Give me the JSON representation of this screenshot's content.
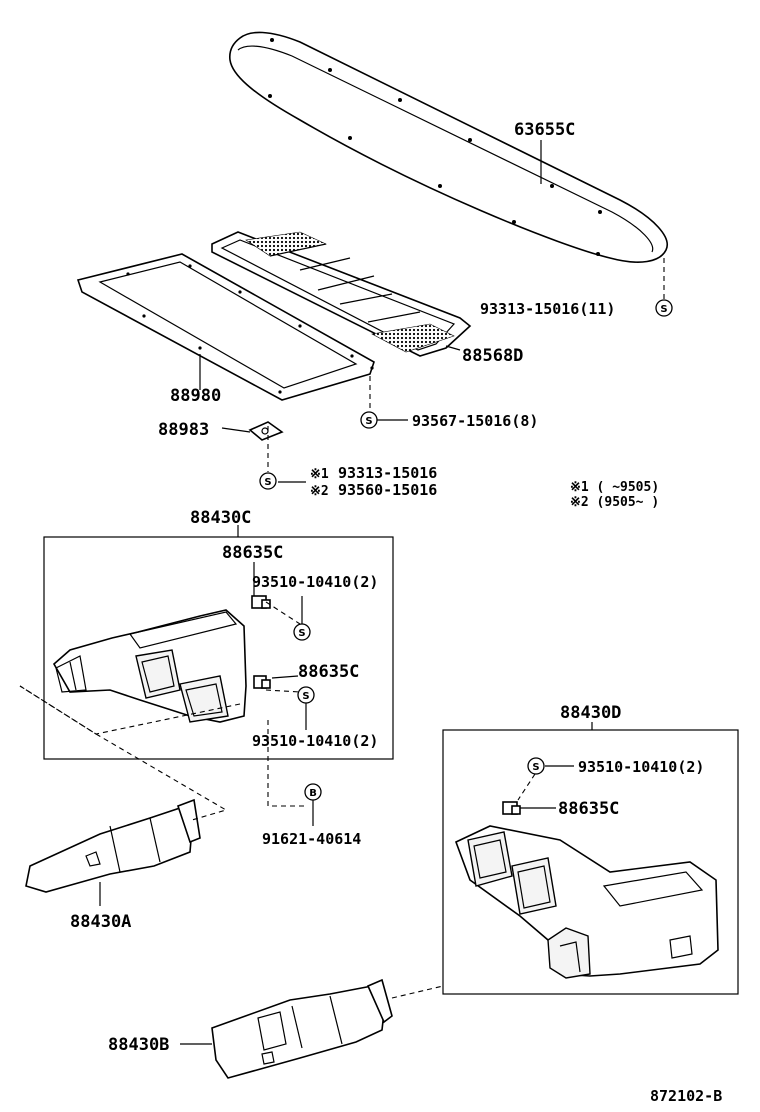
{
  "diagram_id": "872102-B",
  "parts": {
    "p63655c": "63655C",
    "p93313_11": "93313-15016(11)",
    "p88568d": "88568D",
    "p88980": "88980",
    "p93567": "93567-15016(8)",
    "p88983": "88983",
    "p93313": "93313-15016",
    "p93560": "93560-15016",
    "p88430c": "88430C",
    "p88635c_a": "88635C",
    "p93510_a": "93510-10410(2)",
    "p88635c_b": "88635C",
    "p93510_b": "93510-10410(2)",
    "p91621": "91621-40614",
    "p88430a": "88430A",
    "p88430d": "88430D",
    "p93510_c": "93510-10410(2)",
    "p88635c_c": "88635C",
    "p88430b": "88430B"
  },
  "notes": {
    "mark1": "※1",
    "mark2": "※2",
    "note1": "※1  (      ~9505)",
    "note2": "※2  (9505~      )"
  },
  "symbols": {
    "s": "S",
    "b": "B"
  }
}
